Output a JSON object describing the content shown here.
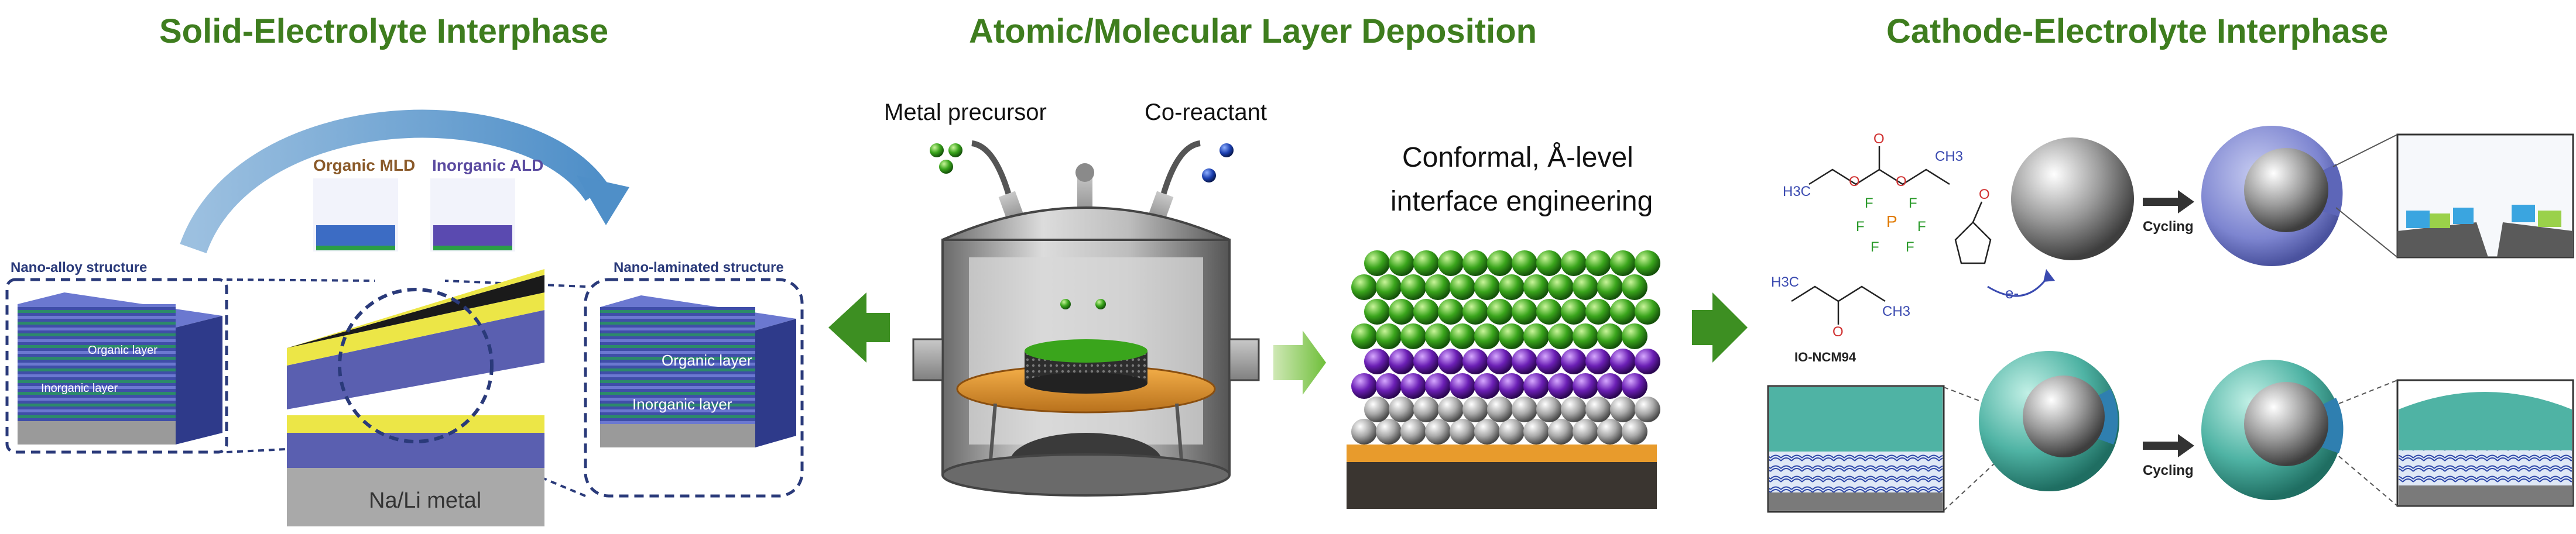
{
  "titles": {
    "sei": "Solid-Electrolyte Interphase",
    "ald": "Atomic/Molecular Layer Deposition",
    "cei": "Cathode-Electrolyte Interphase"
  },
  "sei_panel": {
    "organic_mld": "Organic MLD",
    "inorganic_ald": "Inorganic ALD",
    "nano_alloy": "Nano-alloy structure",
    "nano_laminated": "Nano-laminated structure",
    "organic_layer": "Organic layer",
    "inorganic_layer": "Inorganic layer",
    "substrate": "Na/Li metal"
  },
  "ald_panel": {
    "metal_precursor": "Metal precursor",
    "co_reactant": "Co-reactant",
    "caption_line1": "Conformal, Å-level",
    "caption_line2": "interface engineering"
  },
  "cei_panel": {
    "h3c": "H3C",
    "ch3": "CH3",
    "o": "O",
    "f": "F",
    "p": "P",
    "e_minus": "e-",
    "cycling_top": "Cycling",
    "cycling_bottom": "Cycling",
    "io_ncm94": "IO-NCM94"
  },
  "colors": {
    "title_green": "#3e7d1e",
    "arrow_green": "#3d8f22",
    "sphere_green": "#3aa51c",
    "sphere_purple": "#6b1fb5",
    "sphere_gray": "#a9a9a9",
    "substrate_orange": "#e89b2c",
    "layer_blue": "#5a5fb0",
    "layer_yellow": "#ece647",
    "cei_teal": "#4fb3a4"
  }
}
